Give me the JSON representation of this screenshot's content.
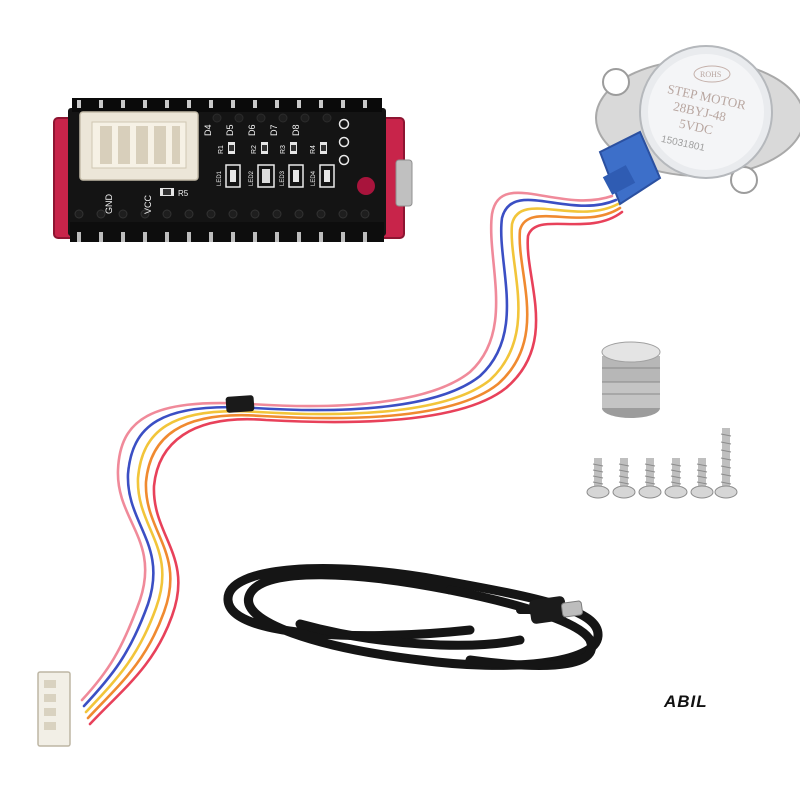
{
  "board": {
    "labels": {
      "gnd": "GND",
      "vcc": "VCC",
      "d4": "D4",
      "d5": "D5",
      "d6": "D6",
      "d7": "D7",
      "d8": "D8",
      "r1": "R1",
      "r2": "R2",
      "r3": "R3",
      "r4": "R4",
      "r5": "R5",
      "led1": "LED1",
      "led2": "LED2",
      "led3": "LED3",
      "led4": "LED4"
    }
  },
  "motor": {
    "rohs": "ROHS",
    "line1": "STEP MOTOR",
    "line2": "28BYJ-48",
    "line3": "5VDC",
    "serial": "15031801"
  },
  "watermark": "ABIL",
  "colors": {
    "pcb_black": "#141414",
    "pcb_edge_red": "#c8244a",
    "wire_blue": "#3b4fc4",
    "wire_pink": "#f08a9a",
    "wire_yellow": "#f2c53a",
    "wire_orange": "#f08a30",
    "wire_red": "#e8415a",
    "motor_blue": "#3d6fc9"
  },
  "icons": [
    "stepper-motor-icon",
    "driver-board-icon",
    "magnet-stack-icon",
    "screw-icon",
    "usb-c-cable-icon"
  ]
}
